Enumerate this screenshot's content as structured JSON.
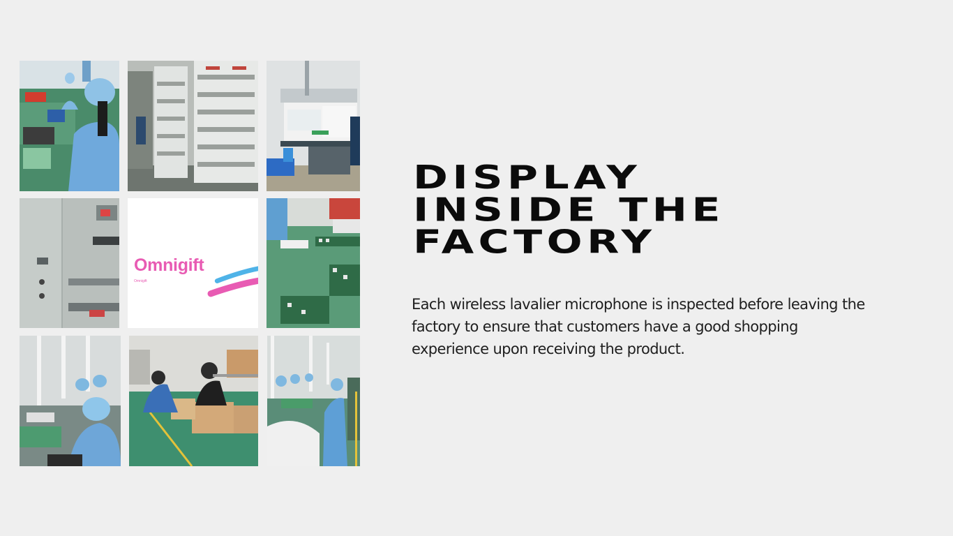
{
  "headline": {
    "lines": [
      "Display",
      "Inside the",
      "Factory"
    ]
  },
  "description": "Each wireless lavalier microphone is inspected before leaving the factory to ensure that customers have a good shopping experience upon receiving the product.",
  "logo": {
    "name": "Omnigift",
    "subtext": "Omnigift",
    "color": "#e85bb3",
    "accent_color": "#4fb3e8"
  },
  "photos": [
    {
      "name": "workers-assembly-line-photo"
    },
    {
      "name": "testing-racks-photo"
    },
    {
      "name": "automated-machine-photo"
    },
    {
      "name": "control-cabinet-photo"
    },
    {
      "name": "brand-logo-tile"
    },
    {
      "name": "circuit-boards-photo"
    },
    {
      "name": "workers-soldering-photo"
    },
    {
      "name": "packing-boxes-photo"
    },
    {
      "name": "inspection-line-photo"
    }
  ]
}
